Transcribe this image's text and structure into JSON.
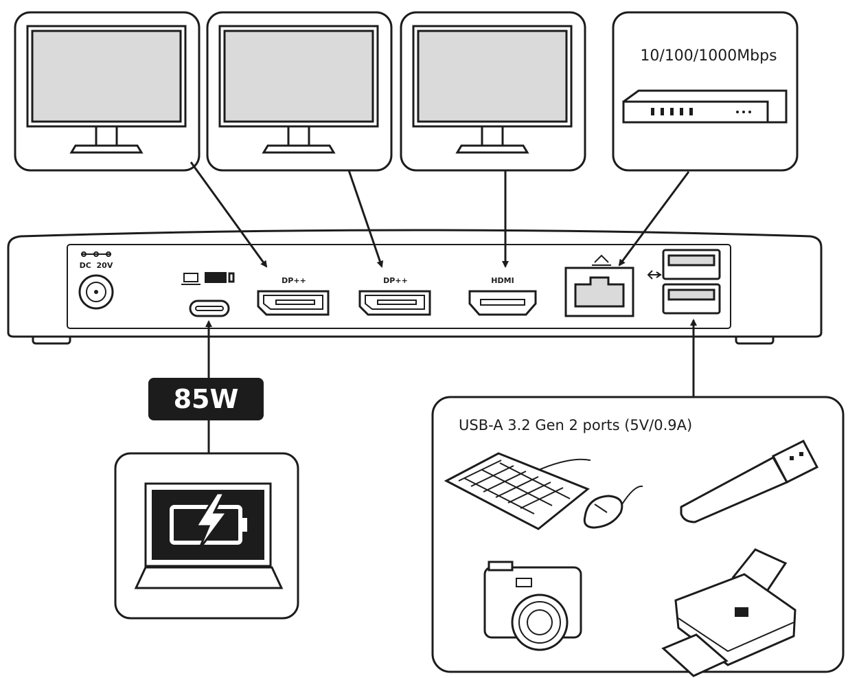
{
  "ethernet": {
    "speed_label": "10/100/1000Mbps"
  },
  "dock": {
    "dc_label": "DC  20V",
    "dp1_label": "DP++",
    "dp2_label": "DP++",
    "hdmi_label": "HDMI"
  },
  "power": {
    "watt_label": "85W"
  },
  "usb": {
    "title": "USB-A 3.2 Gen 2 ports (5V/0.9A)"
  },
  "colors": {
    "ink": "#1c1c1c",
    "screen": "#dadada",
    "background": "#ffffff"
  }
}
